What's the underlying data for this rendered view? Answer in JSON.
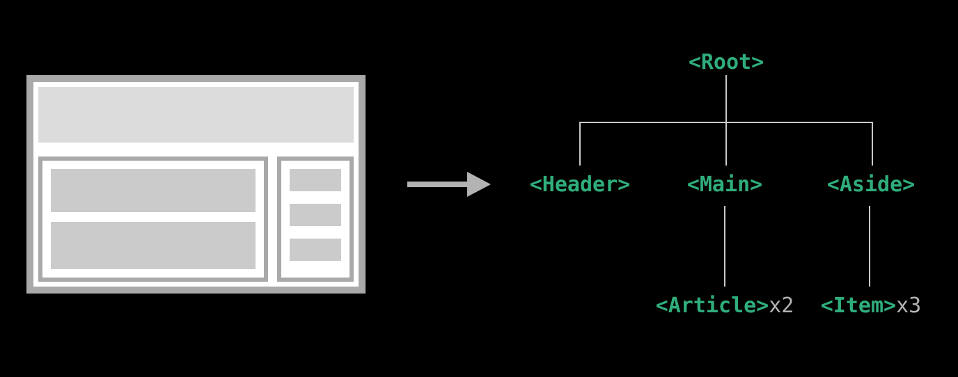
{
  "diagram": {
    "tree": {
      "root": {
        "label": "<Root>"
      },
      "children": [
        {
          "label": "<Header>"
        },
        {
          "label": "<Main>"
        },
        {
          "label": "<Aside>"
        }
      ],
      "grandchildren": [
        {
          "label": "<Article>",
          "multiplier": "x2"
        },
        {
          "label": "<Item>",
          "multiplier": "x3"
        }
      ]
    },
    "colors": {
      "background": "#000000",
      "node_text": "#2fae7c",
      "multiplier_text": "#b3b3b3",
      "tree_line": "#c9c9c9",
      "wireframe_border": "#a9a9a9",
      "wireframe_fill": "#ffffff",
      "wireframe_block": "#cbcbcb",
      "wireframe_header_block": "#dcdcdc",
      "arrow": "#b3b3b3"
    }
  }
}
